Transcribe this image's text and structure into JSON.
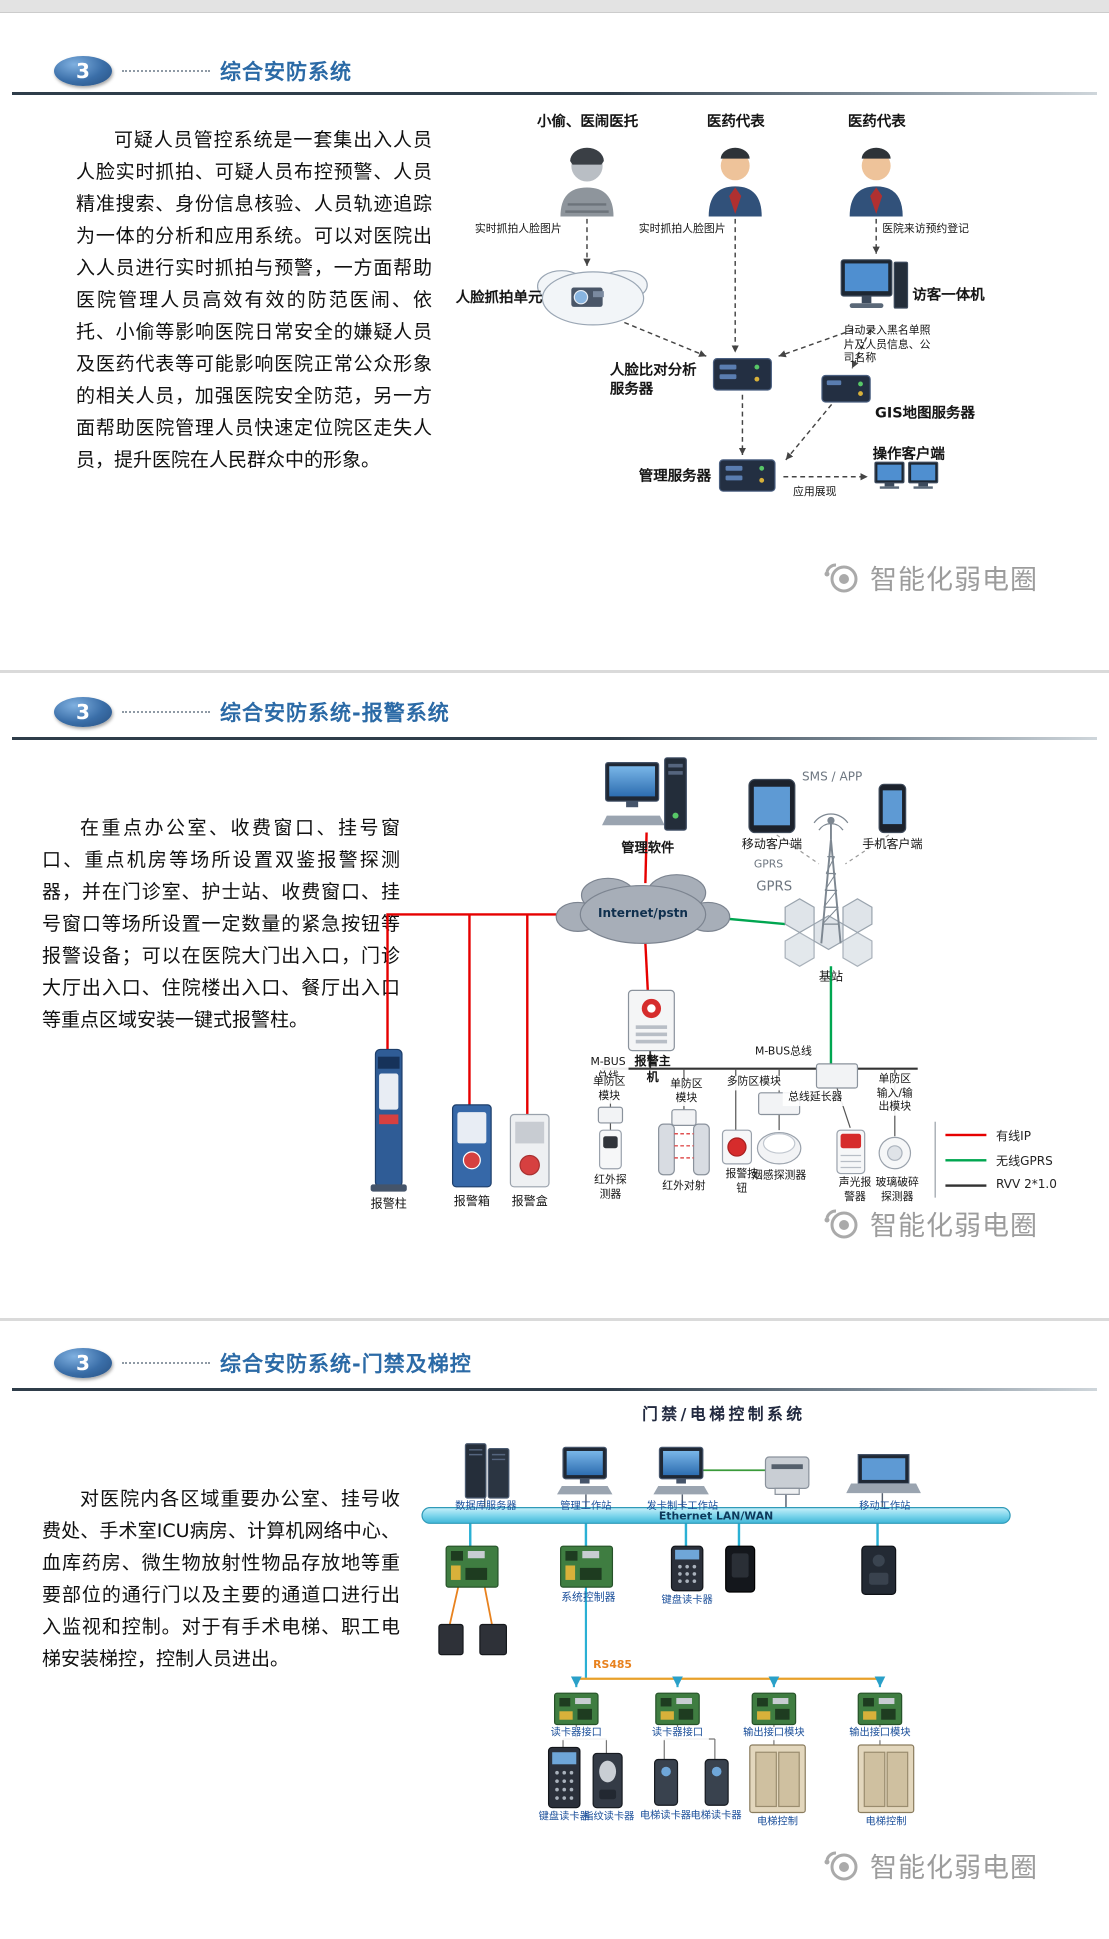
{
  "watermark": {
    "text": "智能化弱电圈"
  },
  "s1": {
    "badge": "3",
    "title": "综合安防系统",
    "body": "可疑人员管控系统是一套集出入人员人脸实时抓拍、可疑人员布控预警、人员精准搜索、身份信息核验、人员轨迹追踪为一体的分析和应用系统。可以对医院出入人员进行实时抓拍与预警，一方面帮助医院管理人员高效有效的防范医闹、依托、小偷等影响医院日常安全的嫌疑人员及医药代表等可能影响医院正常公众形象的相关人员，加强医院安全防范，另一方面帮助医院管理人员快速定位院区走失人员，提升医院在人民群众中的形象。",
    "d": {
      "person1": "小偷、医闹医托",
      "person2": "医药代表",
      "person3": "医药代表",
      "flow1": "实时抓拍人脸图片",
      "flow2": "实时抓拍人脸图片",
      "flow3": "医院来访预约登记",
      "capture_unit": "人脸抓拍单元",
      "kiosk": "访客一体机",
      "face_server": "人脸比对分析\n服务器",
      "blacklist_note": "自动录入黑名单照\n片及人员信息、公\n司名称",
      "gis_server": "GIS地图服务器",
      "mgmt_server": "管理服务器",
      "client": "操作客户端",
      "app_display": "应用展现"
    }
  },
  "s2": {
    "badge": "3",
    "title": "综合安防系统-报警系统",
    "body": "在重点办公室、收费窗口、挂号窗口、重点机房等场所设置双鉴报警探测器，并在门诊室、护士站、收费窗口、挂号窗口等场所设置一定数量的紧急按钮等报警设备；可以在医院大门出入口，门诊大厅出入口、住院楼出入口、餐厅出入口等重点区域安装一键式报警柱。",
    "d": {
      "mgmt_software": "管理软件",
      "sms_app": "SMS / APP",
      "mobile_client": "移动客户端",
      "phone_client": "手机客户端",
      "gprs_small": "GPRS",
      "gprs_big": "GPRS",
      "internet": "Internet/pstn",
      "base_station": "基站",
      "alarm_host": "报警主机",
      "mbus_left": "M-BUS\n总线",
      "mbus_right": "M-BUS总线",
      "single_zone1": "单防区\n模块",
      "single_zone2": "单防区\n模块",
      "multi_zone": "多防区模块",
      "bus_extender": "总线延长器",
      "io_module": "单防区\n输入/输\n出模块",
      "alarm_pillar": "报警柱",
      "alarm_box": "报警箱",
      "alarm_case": "报警盒",
      "ir_detector": "红外探\n测器",
      "ir_beam": "红外对射",
      "panic_button": "报警按\n钮",
      "smoke_detector": "烟感探测器",
      "sound_light": "声光报\n警器",
      "glass_break": "玻璃破碎\n探测器",
      "legend": {
        "wired": "有线IP",
        "wireless": "无线GPRS",
        "rvv": "RVV 2*1.0",
        "wired_color": "#e60000",
        "wireless_color": "#00a650",
        "rvv_color": "#333333"
      }
    }
  },
  "s3": {
    "badge": "3",
    "title": "综合安防系统-门禁及梯控",
    "body": "对医院内各区域重要办公室、挂号收费处、手术室ICU病房、计算机网络中心、血库药房、微生物放射性物品存放地等重要部位的通行门以及主要的通道口进行出入监视和控制。对于有手术电梯、职工电梯安装梯控，控制人员进出。",
    "d": {
      "title": "门禁/电梯控制系统",
      "db_server": "数据库服务器",
      "mgmt_ws": "管理工作站",
      "card_ws": "发卡制卡工作站",
      "mobile_ws": "移动工作站",
      "ethernet": "Ethernet LAN/WAN",
      "controller": "系统控制器",
      "keypad_reader_mid": "键盘读卡器",
      "rs485": "RS485",
      "reader_if1": "读卡器接口",
      "reader_if2": "读卡器接口",
      "out_if1": "输出接口模块",
      "out_if2": "输出接口模块",
      "keypad_reader": "键盘读卡器",
      "finger_reader": "指纹读卡器",
      "lift_reader1": "电梯读卡器",
      "lift_reader2": "电梯读卡器",
      "lift_ctrl1": "电梯控制",
      "lift_ctrl2": "电梯控制"
    }
  }
}
